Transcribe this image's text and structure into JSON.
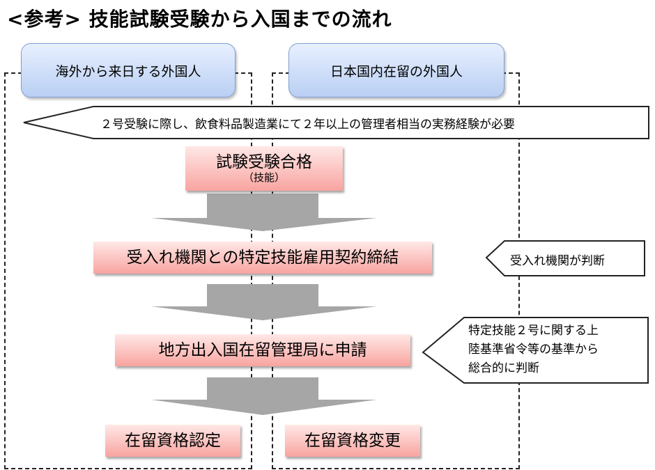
{
  "title": "<参考> 技能試験受験から入国までの流れ",
  "groups": {
    "overseas": "海外から来日する外国人",
    "domestic": "日本国内在留の外国人"
  },
  "callouts": {
    "requirement": "２号受験に際し、飲食料品製造業にて２年以上の管理者相当の実務経験が必要",
    "judgment": "受入れ機関が判断",
    "comprehensive_line1": "特定技能２号に関する上",
    "comprehensive_line2": "陸基準省令等の基準から",
    "comprehensive_line3": "総合的に判断"
  },
  "steps": {
    "exam_pass": "試験受験合格",
    "exam_pass_sub": "（技能）",
    "contract": "受入れ機関との特定技能雇用契約締結",
    "apply": "地方出入国在留管理局に申請",
    "certification": "在留資格認定",
    "change": "在留資格変更"
  },
  "colors": {
    "step_fill": "#f8a4a0",
    "head_fill": "#b9cff3",
    "arrow_fill": "#a6a6a6"
  }
}
